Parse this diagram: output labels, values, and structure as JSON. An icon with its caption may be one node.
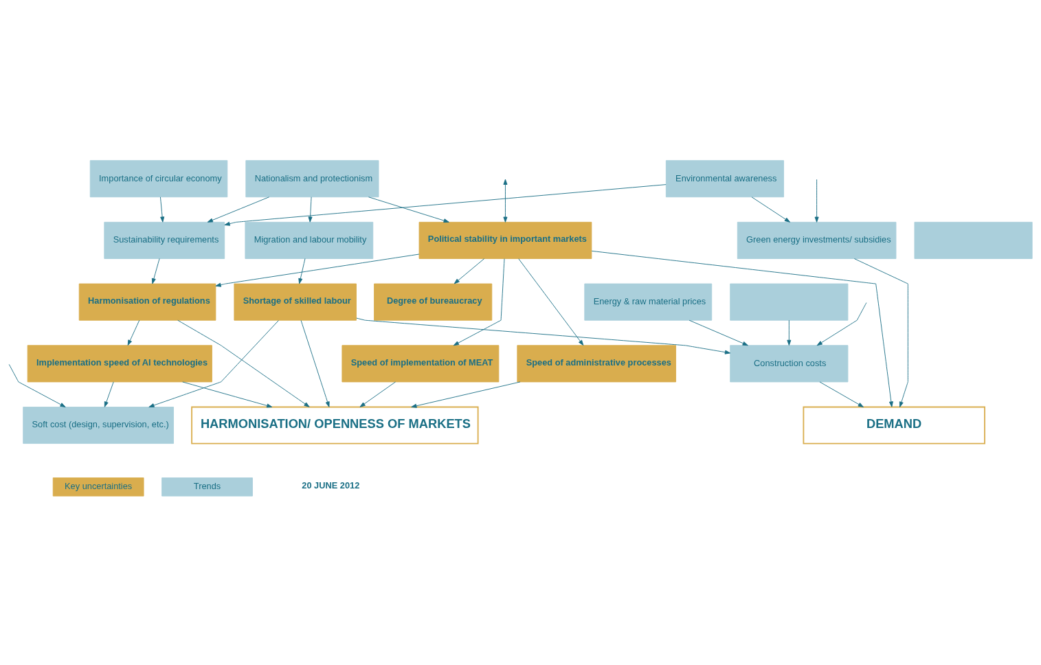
{
  "diagram": {
    "nodes": [
      {
        "text": [
          "Environmental awareness"
        ]
      },
      {
        "text": [
          "Importance of circular economy"
        ]
      },
      {
        "text": [
          "Nationalism and protectionism"
        ]
      },
      {
        "text": [
          "Sustainability requirements"
        ]
      },
      {
        "text": [
          "Green energy investments/ subsidies"
        ]
      },
      {
        "text": [
          "Political stability in important markets"
        ]
      },
      {
        "text": [
          "Degree of bureaucracy"
        ]
      },
      {
        "text": [
          "Speed of administrative processes"
        ]
      },
      {
        "text": [],
        "shape": "box"
      },
      {
        "text": [
          "Energy & raw material prices"
        ]
      },
      {
        "text": [
          "Migration and labour mobility"
        ]
      },
      {
        "text": [],
        "shape": "box"
      },
      {
        "text": [
          "Shortage of skilled labour"
        ]
      },
      {
        "text": [
          "Harmonisation of regulations"
        ]
      },
      {
        "text": [
          "Construction costs"
        ]
      },
      {
        "text": [
          "Implementation speed of AI technologies"
        ]
      },
      {
        "text": [
          "Speed of implementation of MEAT"
        ]
      },
      {
        "text": [
          "Soft cost (design, supervision, etc.)"
        ]
      },
      {
        "text": [
          "DEMAND"
        ]
      },
      {
        "text": [
          "HARMONISATION/ OPENNESS OF MARKETS"
        ]
      }
    ],
    "edges": [
      {
        "from": 0,
        "to": 3,
        "arrow": "to"
      },
      {
        "from": 1,
        "to": 3,
        "arrow": "to"
      },
      {
        "from": 0,
        "to": 4,
        "arrow": "to"
      },
      {
        "from": null,
        "to": 5,
        "arrow": "both"
      },
      {
        "from": null,
        "to": 4,
        "arrow": "to"
      },
      {
        "from": 2,
        "to": 3,
        "arrow": "to"
      },
      {
        "from": 2,
        "to": 10,
        "arrow": "to"
      },
      {
        "from": 2,
        "to": 5,
        "arrow": "to"
      },
      {
        "from": 3,
        "to": 13,
        "arrow": "to"
      },
      {
        "from": 5,
        "to": 6,
        "arrow": "to"
      },
      {
        "from": 5,
        "to": 13,
        "arrow": "to"
      },
      {
        "from": 5,
        "to": 7,
        "arrow": "to"
      },
      {
        "from": 5,
        "to": 16,
        "arrow": "to"
      },
      {
        "from": 5,
        "to": 18,
        "arrow": "to"
      },
      {
        "from": 4,
        "to": 18,
        "arrow": "to"
      },
      {
        "from": 7,
        "to": 19,
        "arrow": "to"
      },
      {
        "from": 9,
        "to": 14,
        "arrow": "to"
      },
      {
        "from": 11,
        "to": 14,
        "arrow": "to"
      },
      {
        "from": null,
        "to": 14,
        "arrow": "to"
      },
      {
        "from": 10,
        "to": 12,
        "arrow": "to"
      },
      {
        "from": 12,
        "to": 14,
        "arrow": "to"
      },
      {
        "from": 12,
        "to": 17,
        "arrow": "to"
      },
      {
        "from": 15,
        "to": 17,
        "arrow": "to"
      },
      {
        "from": 12,
        "to": 19,
        "arrow": "to"
      },
      {
        "from": 15,
        "to": 19,
        "arrow": "to"
      },
      {
        "from": 13,
        "to": 15,
        "arrow": "to"
      },
      {
        "from": 13,
        "to": 19,
        "arrow": "to"
      },
      {
        "from": 16,
        "to": 19,
        "arrow": "to"
      },
      {
        "from": 14,
        "to": 18,
        "arrow": "to"
      },
      {
        "from": null,
        "to": 17,
        "arrow": "to"
      }
    ],
    "labels": [
      "20 JUNE 2012"
    ],
    "legend": [
      {
        "text": "Key uncertainties",
        "color": "#d9ad4e"
      },
      {
        "text": "Trends",
        "color": "#aacfdb"
      }
    ]
  }
}
